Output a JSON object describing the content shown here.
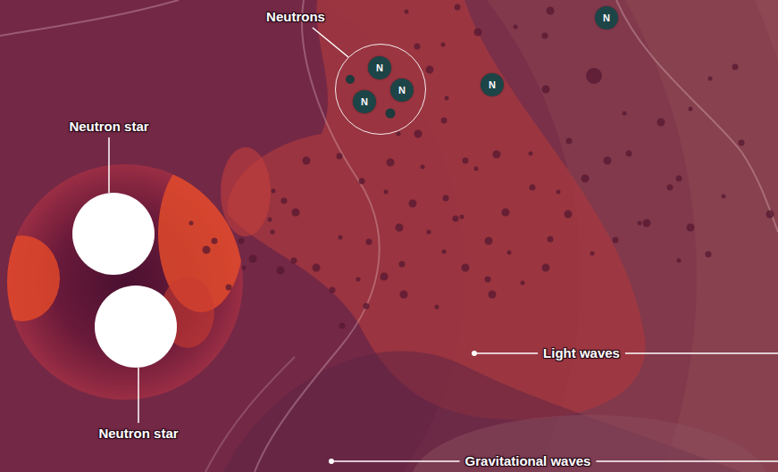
{
  "diagram": {
    "nodes": [
      {
        "text": [
          "Neutrons"
        ]
      },
      {
        "text": [
          "N"
        ],
        "in": 0
      },
      {
        "text": [
          "N"
        ],
        "in": 0
      },
      {
        "text": [
          "N"
        ],
        "in": 0
      },
      {
        "text": [
          "N"
        ]
      },
      {
        "text": [
          "N"
        ]
      },
      {
        "text": [
          "Neutron star"
        ]
      },
      {
        "text": [
          "Neutron star"
        ]
      }
    ],
    "labels": [
      "Light waves",
      "Gravitational waves"
    ]
  }
}
